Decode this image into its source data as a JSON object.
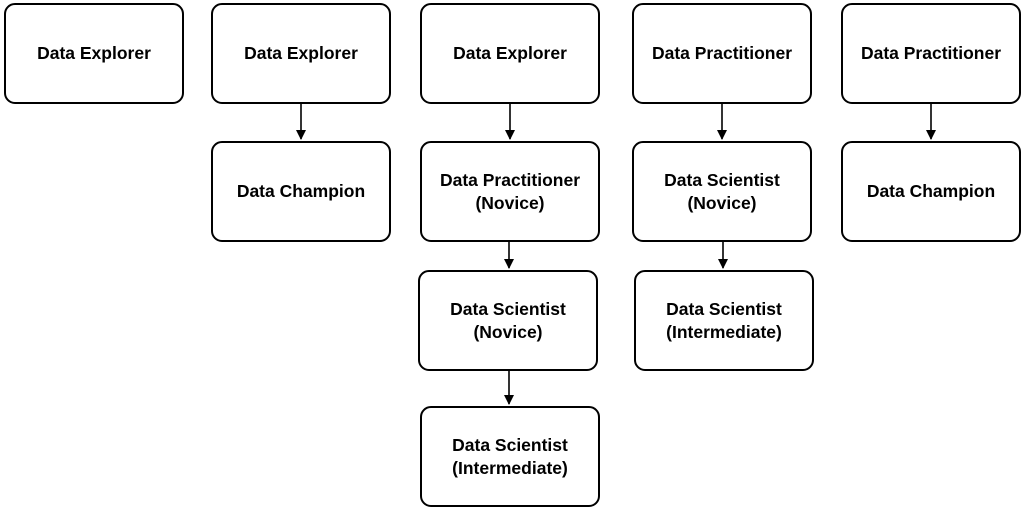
{
  "columns": [
    {
      "nodes": [
        {
          "label": "Data Explorer"
        }
      ]
    },
    {
      "nodes": [
        {
          "label": "Data Explorer"
        },
        {
          "label": "Data Champion"
        }
      ]
    },
    {
      "nodes": [
        {
          "label": "Data Explorer"
        },
        {
          "label": "Data Practitioner\n(Novice)"
        },
        {
          "label": "Data Scientist\n(Novice)"
        },
        {
          "label": "Data Scientist\n(Intermediate)"
        }
      ]
    },
    {
      "nodes": [
        {
          "label": "Data Practitioner"
        },
        {
          "label": "Data Scientist\n(Novice)"
        },
        {
          "label": "Data Scientist\n(Intermediate)"
        }
      ]
    },
    {
      "nodes": [
        {
          "label": "Data Practitioner"
        },
        {
          "label": "Data Champion"
        }
      ]
    }
  ]
}
